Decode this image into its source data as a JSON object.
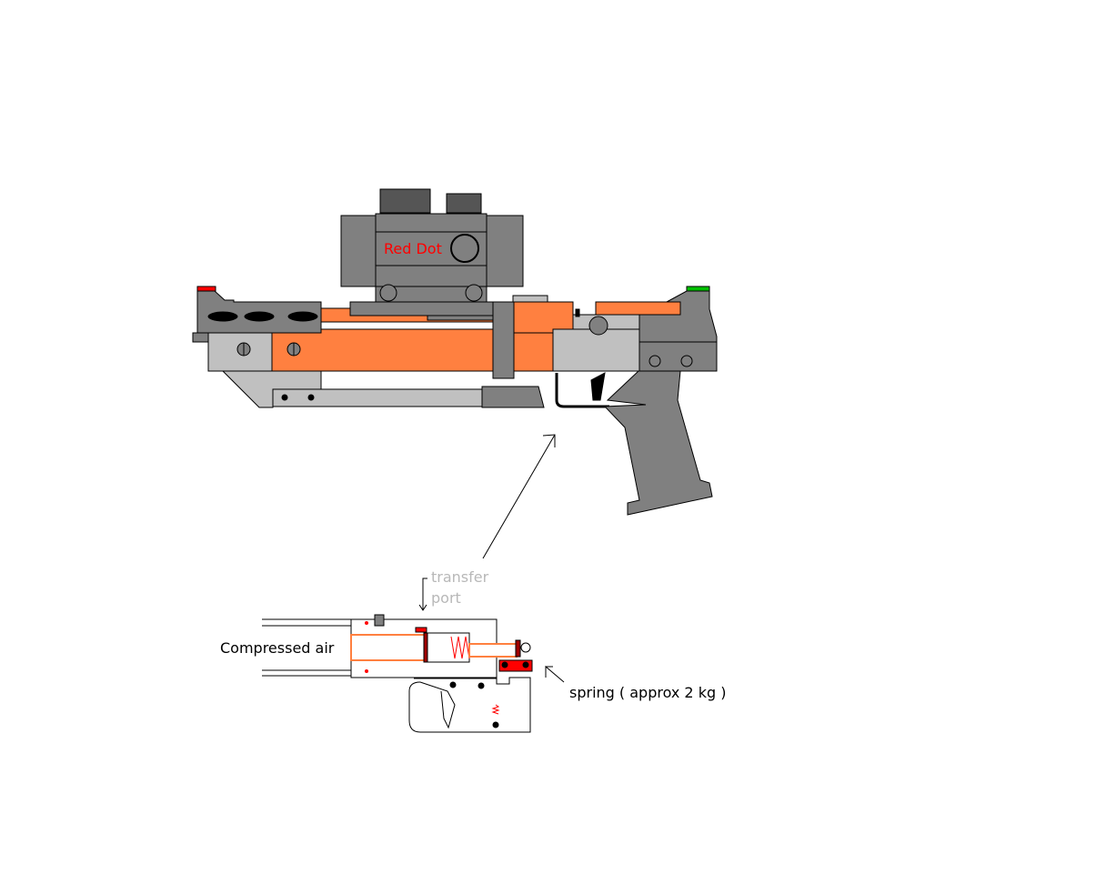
{
  "labels": {
    "red_dot": "Red Dot",
    "transfer_line1": "transfer",
    "transfer_line2": "port",
    "compressed_air": "Compressed air",
    "spring": "spring ( approx 2 kg )"
  },
  "colors": {
    "orange": "#ff8040",
    "dark_gray": "#808080",
    "light_gray": "#c0c0c0",
    "red": "#ff0000",
    "green": "#00c000",
    "label_gray": "#b8b8b8"
  }
}
